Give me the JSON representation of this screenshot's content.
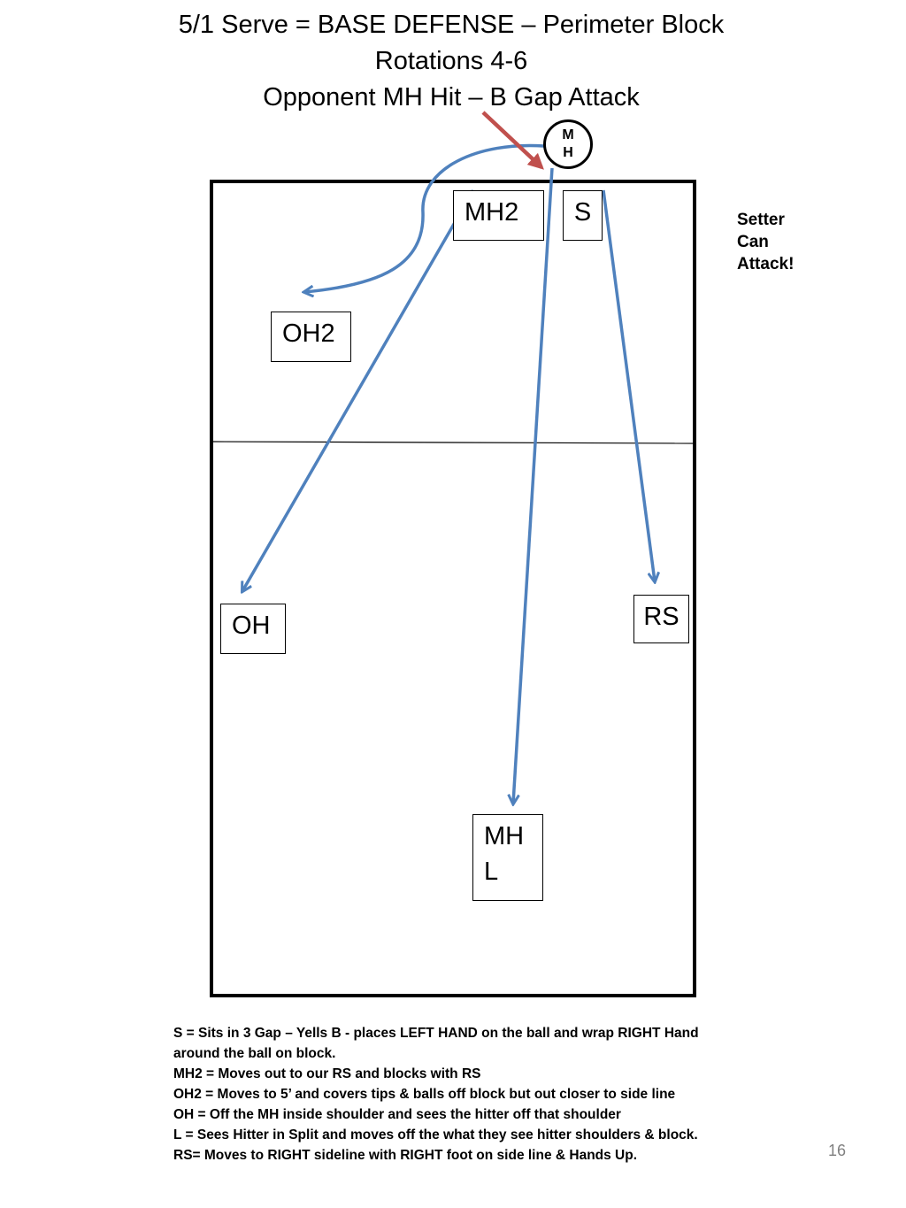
{
  "title": {
    "line1": "5/1 Serve = BASE DEFENSE – Perimeter Block",
    "line2": "Rotations 4-6",
    "line3": "Opponent MH Hit – B Gap Attack"
  },
  "opponent": {
    "label_line1": "M",
    "label_line2": "H"
  },
  "positions": {
    "mh2": "MH2",
    "s": "S",
    "oh2": "OH2",
    "oh": "OH",
    "rs": "RS",
    "mhl_line1": "MH",
    "mhl_line2": "L"
  },
  "note": {
    "line1": "Setter",
    "line2": "Can",
    "line3": "Attack!"
  },
  "legend": [
    "S = Sits in 3 Gap – Yells B - places LEFT HAND on the ball and wrap RIGHT Hand around the ball on block.",
    "MH2 = Moves out to our RS and blocks with RS",
    "OH2 = Moves to 5’ and covers tips & balls off block but out closer to side line",
    "OH = Off the MH inside shoulder and sees the hitter off that shoulder",
    "L = Sees Hitter in Split and moves off the what they see hitter shoulders & block.",
    "RS= Moves to RIGHT sideline with RIGHT foot on side line & Hands Up."
  ],
  "page_number": "16",
  "colors": {
    "movement_arrow": "#4f81bd",
    "attack_arrow": "#c0504d",
    "court_line": "#000000"
  }
}
